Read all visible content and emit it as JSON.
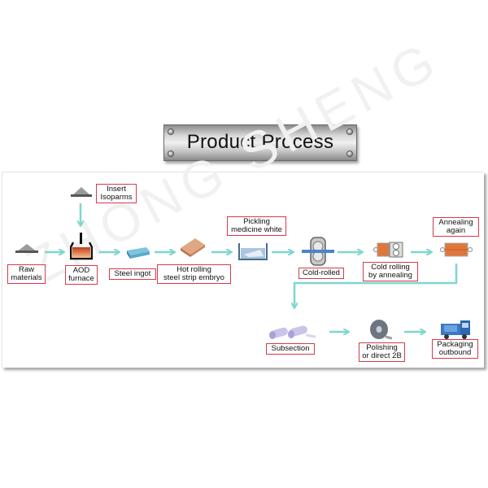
{
  "title": "Product Process",
  "watermark": "ZHONG SHENG",
  "colors": {
    "arrow": "#7fd6cf",
    "label_border": "#d63a4a",
    "furnace_fill": "#e2702c",
    "ingot": "#5aa9c9",
    "slab": "#d79a74",
    "orange": "#e0773a"
  },
  "steps": [
    {
      "id": "insert",
      "label": "Insert\nIsoparms",
      "icon": "pile-icon"
    },
    {
      "id": "raw",
      "label": "Raw\nmaterials",
      "icon": "pile-icon"
    },
    {
      "id": "aod",
      "label": "AOD\nfurnace",
      "icon": "furnace-icon"
    },
    {
      "id": "ingot",
      "label": "Steel ingot",
      "icon": "ingot-icon"
    },
    {
      "id": "hot",
      "label": "Hot rolling\nsteel strip embryo",
      "icon": "slab-icon"
    },
    {
      "id": "pickling",
      "label": "Pickling\nmedicine white",
      "icon": "tank-icon"
    },
    {
      "id": "cold",
      "label": "Cold-rolled",
      "icon": "roller-icon"
    },
    {
      "id": "coldanneal",
      "label": "Cold rolling\nby annealing",
      "icon": "annealer-roller-icon"
    },
    {
      "id": "anneal",
      "label": "Annealing\nagain",
      "icon": "annealer-icon"
    },
    {
      "id": "subsection",
      "label": "Subsection",
      "icon": "coils-icon"
    },
    {
      "id": "polish",
      "label": "Polishing\nor direct 2B",
      "icon": "coil-icon"
    },
    {
      "id": "pack",
      "label": "Packaging\noutbound",
      "icon": "truck-icon"
    }
  ]
}
